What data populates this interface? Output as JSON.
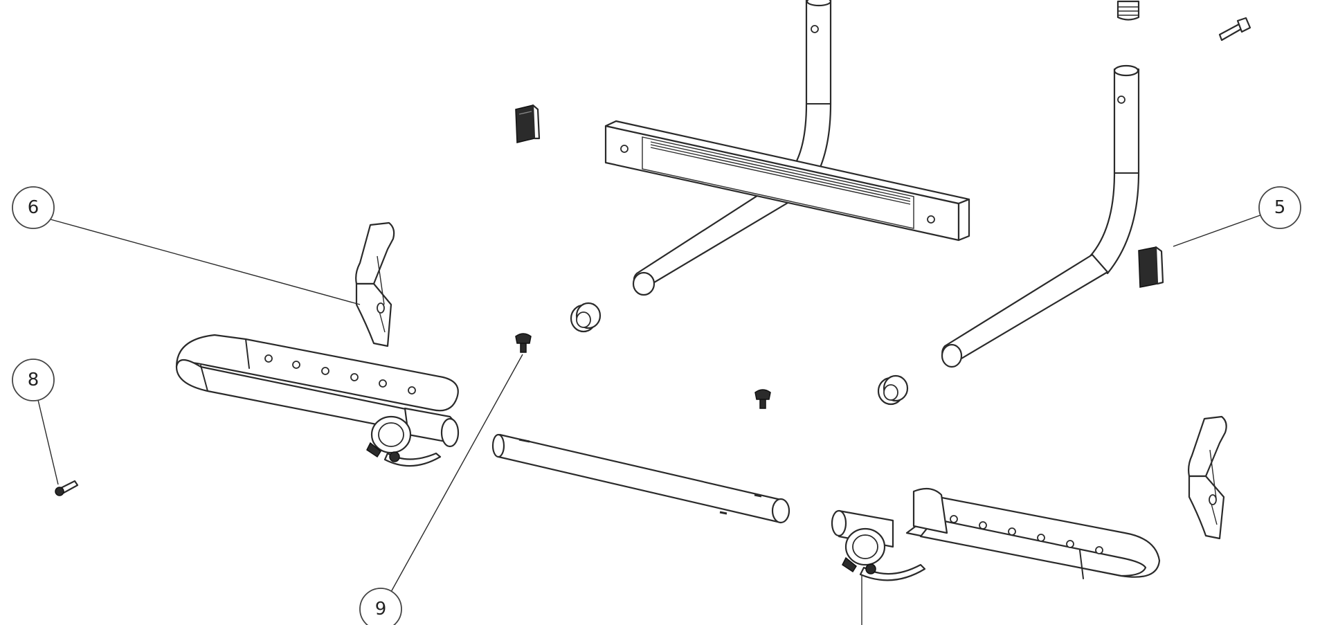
{
  "diagram": {
    "type": "exploded-assembly-drawing",
    "callouts": [
      {
        "id": "5",
        "label": "5"
      },
      {
        "id": "6",
        "label": "6"
      },
      {
        "id": "8",
        "label": "8"
      },
      {
        "id": "9",
        "label": "9"
      }
    ]
  }
}
